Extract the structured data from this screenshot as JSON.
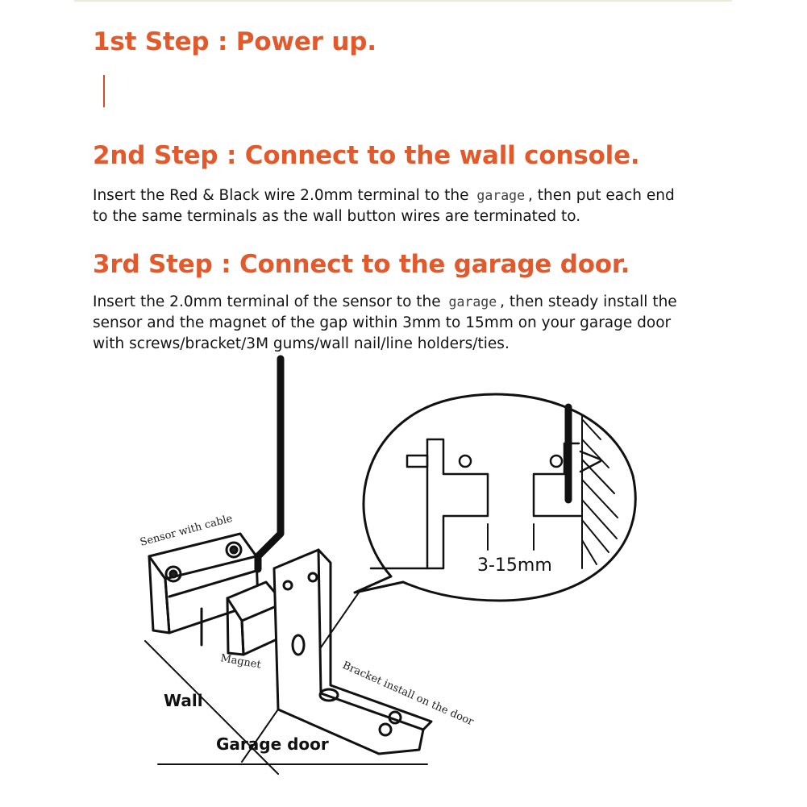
{
  "steps": [
    {
      "title": "1st Step : Power up."
    },
    {
      "title": "2nd Step : Connect to the wall console.",
      "line1_pre": "Insert the Red & Black wire 2.0mm terminal to the",
      "line1_kw": "garage",
      "line1_post": ", then put each end",
      "line2": "to the same terminals as the wall button wires are terminated to."
    },
    {
      "title": "3rd Step : Connect to the garage door.",
      "line1_pre": "Insert the 2.0mm terminal of the sensor to the",
      "line1_kw": "garage",
      "line1_post": ", then steady install the",
      "line2": "sensor and the magnet of the gap within 3mm to 15mm on your garage door",
      "line3": "with screws/bracket/3M gums/wall nail/line holders/ties."
    }
  ],
  "diagram": {
    "sensor_label": "Sensor with cable",
    "magnet_label": "Magnet",
    "bracket_label": "Bracket install on the door",
    "wall_label": "Wall",
    "door_label": "Garage door",
    "gap_label": "3-15mm"
  },
  "colors": {
    "heading": "#e2592b",
    "text": "#141414",
    "line": "#111111"
  }
}
